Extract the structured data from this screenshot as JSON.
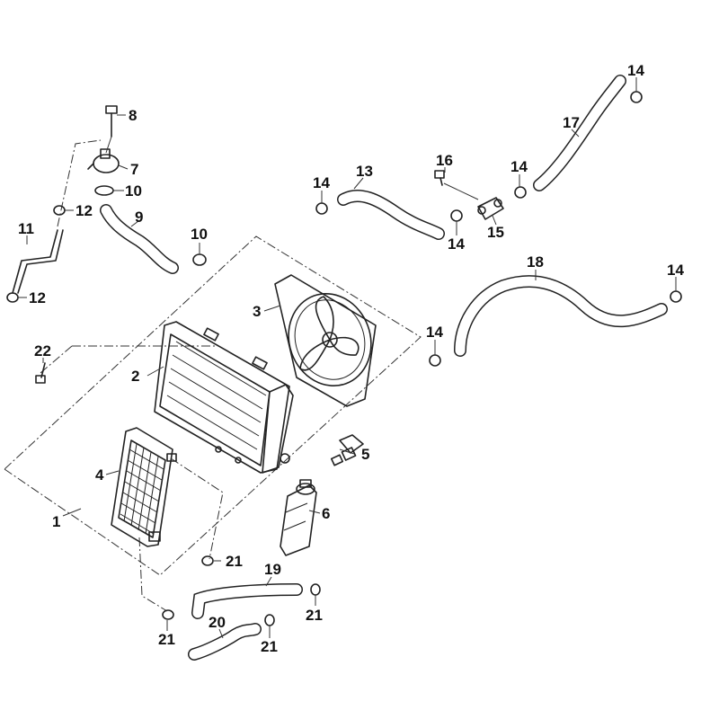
{
  "callouts": {
    "c1": "1",
    "c2": "2",
    "c3": "3",
    "c4": "4",
    "c5": "5",
    "c6": "6",
    "c7": "7",
    "c8": "8",
    "c9": "9",
    "c10a": "10",
    "c10b": "10",
    "c11": "11",
    "c12a": "12",
    "c12b": "12",
    "c13": "13",
    "c14a": "14",
    "c14b": "14",
    "c14c": "14",
    "c14d": "14",
    "c14e": "14",
    "c14f": "14",
    "c15": "15",
    "c16": "16",
    "c17": "17",
    "c18": "18",
    "c19": "19",
    "c20": "20",
    "c21a": "21",
    "c21b": "21",
    "c21c": "21",
    "c21d": "21",
    "c22": "22"
  },
  "colors": {
    "ink": "#222222",
    "hose_fill": "#ffffff",
    "background": "#ffffff"
  }
}
